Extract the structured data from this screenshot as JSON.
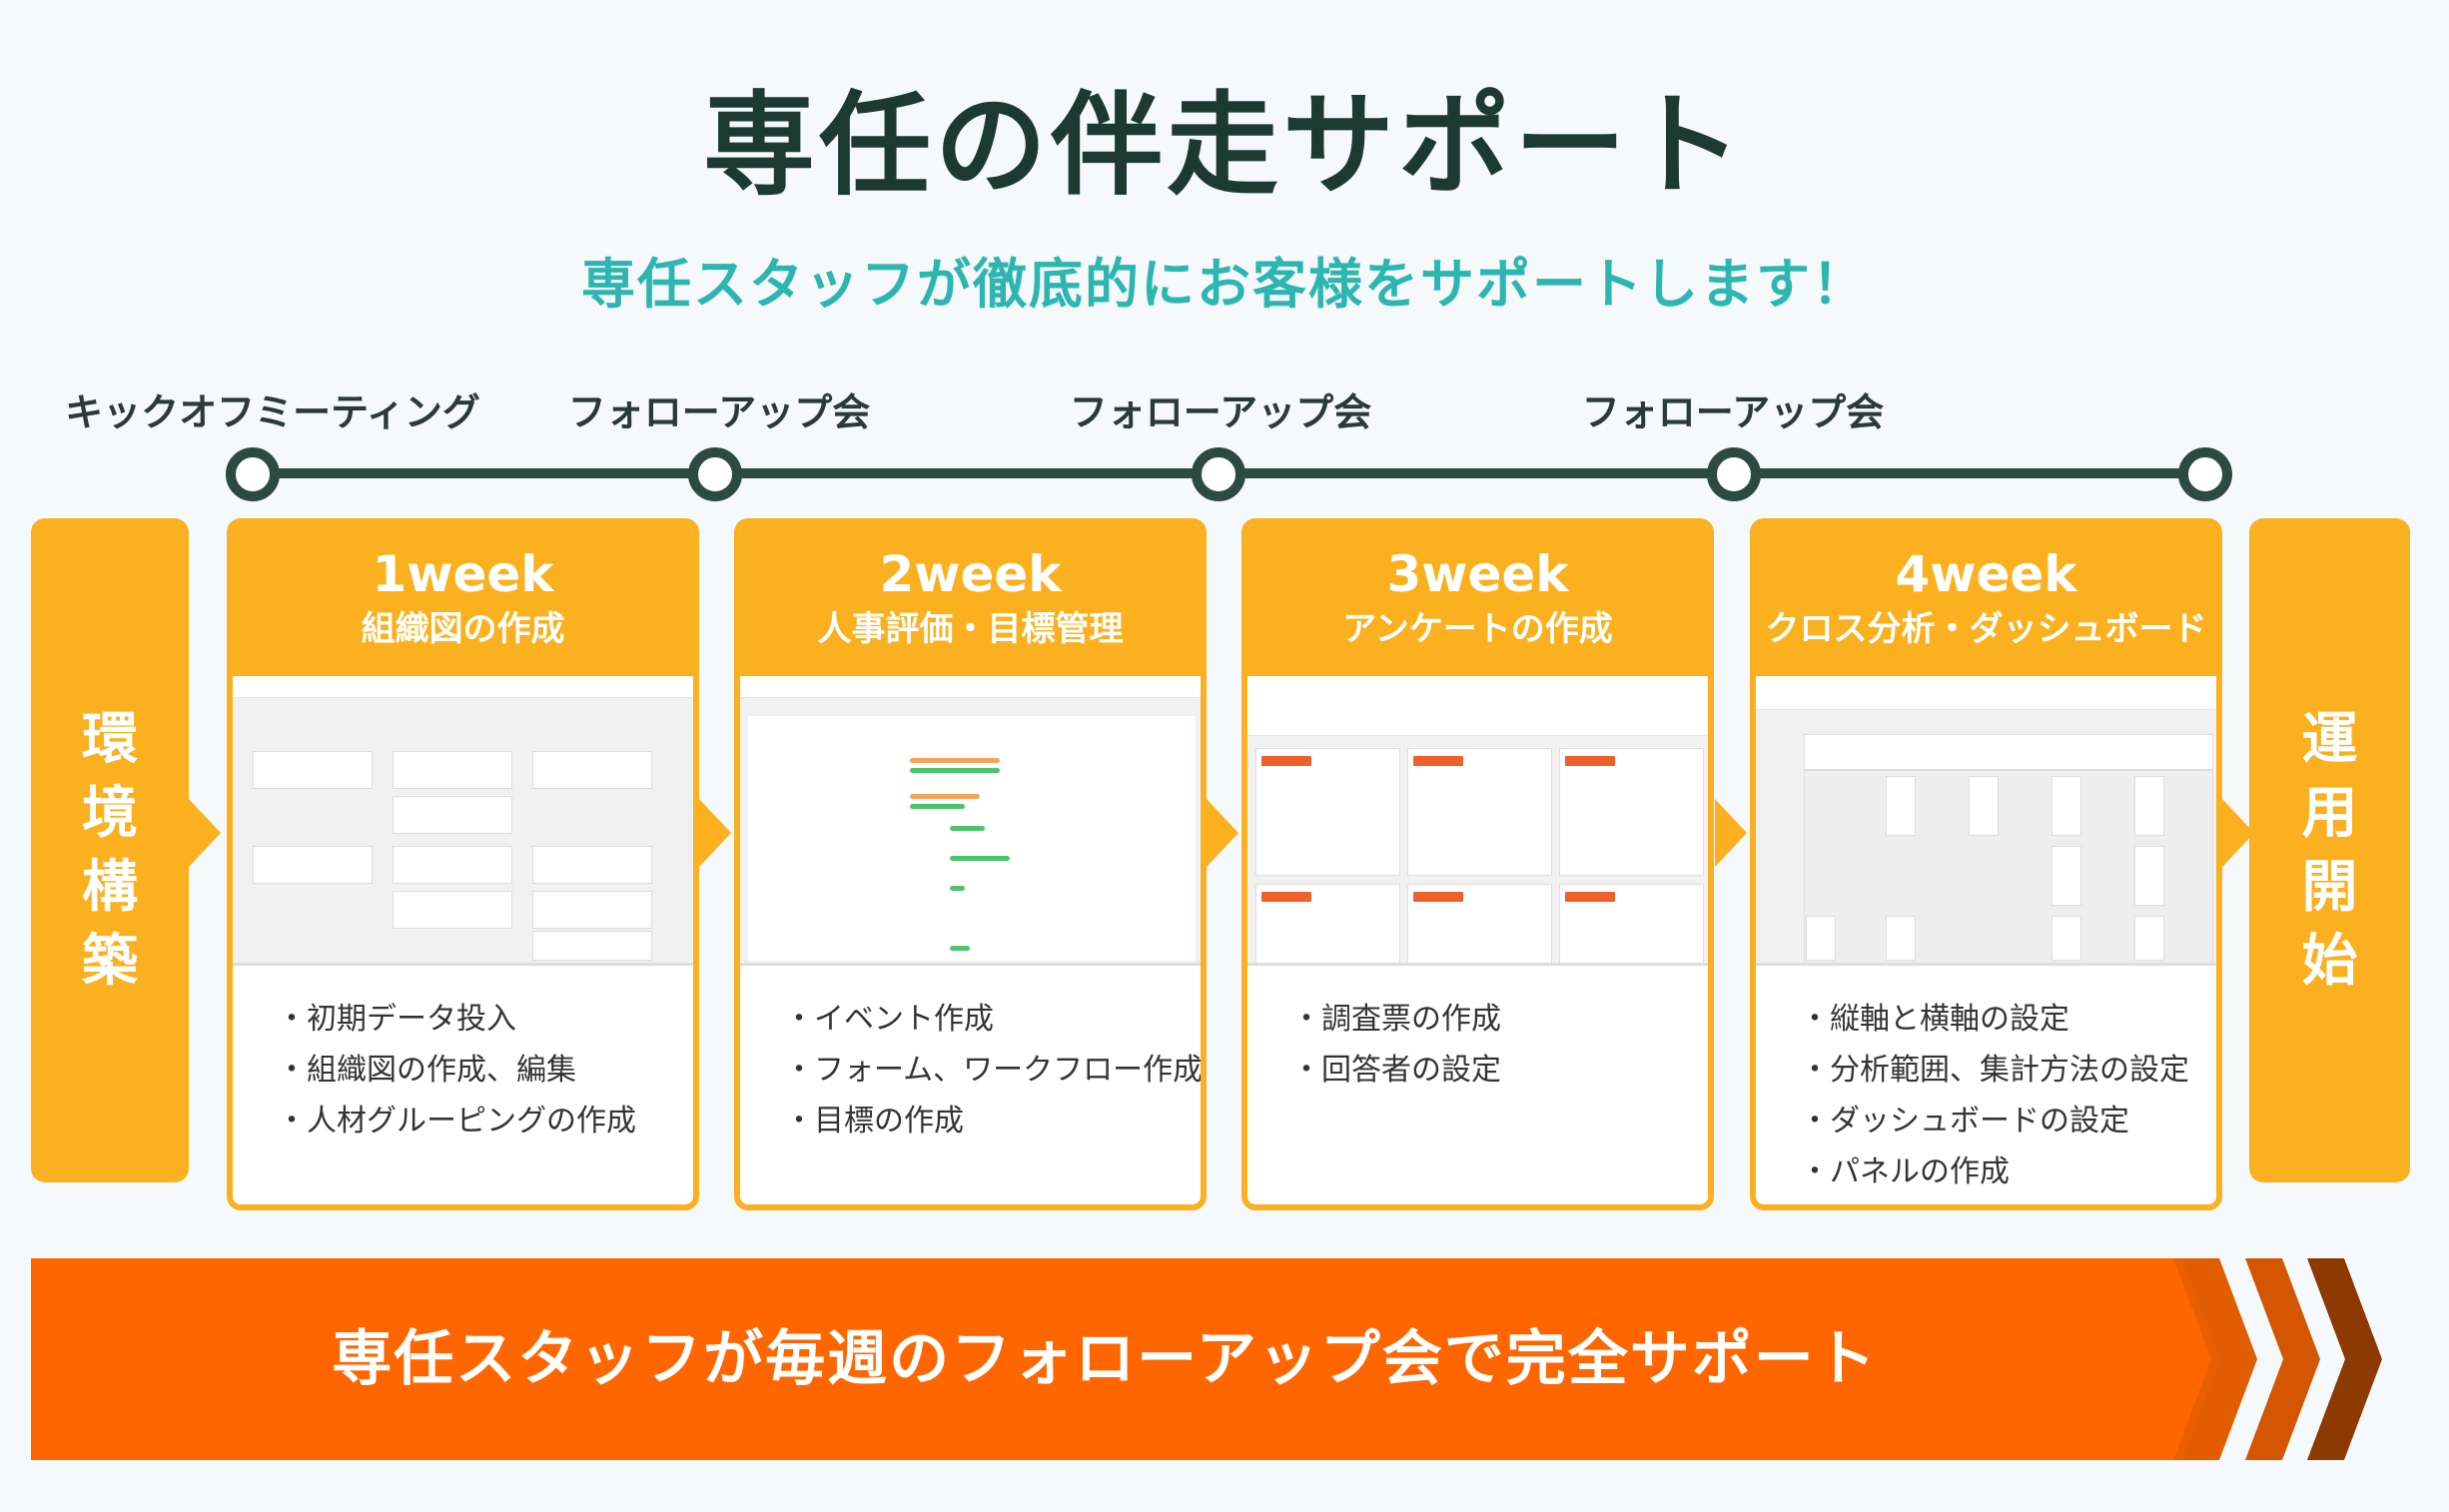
{
  "title": "専任の伴走サポート",
  "subtitle": "専任スタッフが徹底的にお客様をサポートします！",
  "timeline": {
    "labels": [
      "キックオフミーティング",
      "フォローアップ会",
      "フォローアップ会",
      "フォローアップ会"
    ]
  },
  "left_box": {
    "chars": [
      "環",
      "境",
      "構",
      "築"
    ]
  },
  "right_box": {
    "chars": [
      "運",
      "用",
      "開",
      "始"
    ]
  },
  "cards": [
    {
      "week": "1week",
      "title": "組織図の作成",
      "items": [
        "・初期データ投入",
        "・組織図の作成、編集",
        "・人材グルーピングの作成"
      ]
    },
    {
      "week": "2week",
      "title": "人事評価・目標管理",
      "items": [
        "・イベント作成",
        "・フォーム、ワークフロー作成",
        "・目標の作成"
      ]
    },
    {
      "week": "3week",
      "title": "アンケートの作成",
      "items": [
        "・調査票の作成",
        "・回答者の設定"
      ]
    },
    {
      "week": "4week",
      "title": "クロス分析・ダッシュボード",
      "items": [
        "・縦軸と横軸の設定",
        "・分析範囲、集計方法の設定",
        "・ダッシュボードの設定",
        "・パネルの作成"
      ]
    }
  ],
  "banner": {
    "text": "専任スタッフが毎週のフォローアップ会で完全サポート"
  },
  "colors": {
    "accent": "#fbb11f",
    "banner": "#ff6600",
    "title": "#1d3a31",
    "subtitle": "#2db6b0",
    "timeline": "#2d4a40"
  }
}
